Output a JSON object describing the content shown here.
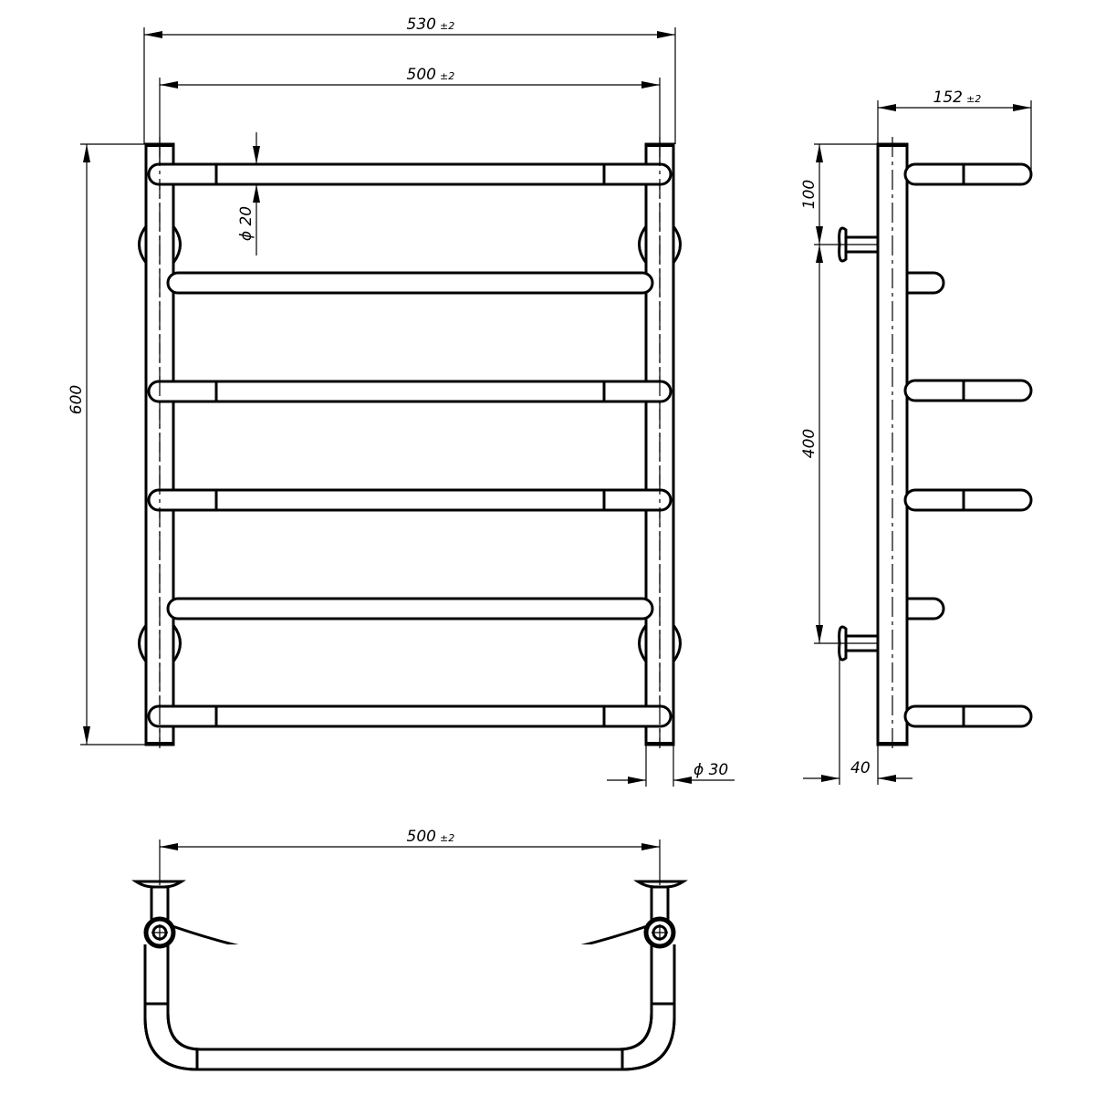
{
  "front_view": {
    "width_overall": {
      "value": "530",
      "tolerance": "±2"
    },
    "width_centers": {
      "value": "500",
      "tolerance": "±2"
    },
    "height": {
      "value": "600"
    },
    "bar_diameter": {
      "value": "ϕ 20"
    },
    "post_diameter": {
      "value": "ϕ 30"
    }
  },
  "side_view": {
    "depth": {
      "value": "152",
      "tolerance": "±2"
    },
    "mount_top_offset": {
      "value": "100"
    },
    "mount_spacing": {
      "value": "400"
    },
    "wall_distance": {
      "value": "40"
    }
  },
  "bottom_view": {
    "width_centers": {
      "value": "500",
      "tolerance": "±2"
    }
  }
}
